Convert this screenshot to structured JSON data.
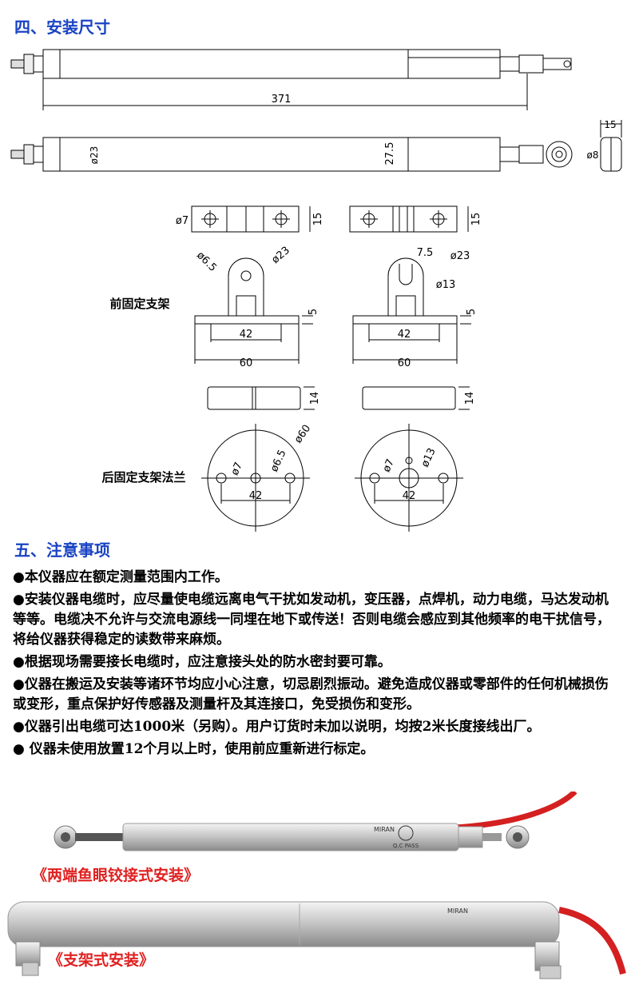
{
  "section4": {
    "title": "四、安装尺寸"
  },
  "dims": {
    "total_length": "371",
    "body_dia": "ø23",
    "tail_h": "27.5",
    "eye_w": "15",
    "eye_dia": "ø8",
    "front_bracket_label": "前固定支架",
    "rear_flange_label": "后固定支架法兰",
    "hole7": "ø7",
    "w15": "15",
    "hole65": "ø6.5",
    "d23": "ø23",
    "w75": "7.5",
    "d13": "ø13",
    "h5": "5",
    "span42": "42",
    "span60": "60",
    "thick14": "14",
    "d60": "ø60"
  },
  "section5": {
    "title": "五、注意事项"
  },
  "notes": [
    "●本仪器应在额定测量范围内工作。",
    "●安装仪器电缆时，应尽量使电缆远离电气干扰如发动机，变压器，点焊机，动力电缆，马达发动机等等。电缆决不允许与交流电源线一同埋在地下或传送！否则电缆会感应到其他频率的电干扰信号，将给仪器获得稳定的读数带来麻烦。",
    "●根据现场需要接长电缆时，应注意接头处的防水密封要可靠。",
    "●仪器在搬运及安装等诸环节均应小心注意，切忌剧烈振动。避免造成仪器或零部件的任何机械损伤或变形，重点保护好传感器及测量杆及其连接口，免受损伤和变形。",
    "●仪器引出电缆可达1000米（另购）。用户订货时未加以说明，均按2米长度接线出厂。",
    "● 仪器未使用放置12个月以上时，使用前应重新进行标定。"
  ],
  "photos": {
    "fisheye_label": "《两端鱼眼铰接式安装》",
    "bracket_label": "《支架式安装》",
    "brand": "MIRAN",
    "qc": "Q.C PASS"
  },
  "colors": {
    "title_blue": "#1a44c4",
    "red": "#e02020",
    "cable_red": "#d42020"
  }
}
